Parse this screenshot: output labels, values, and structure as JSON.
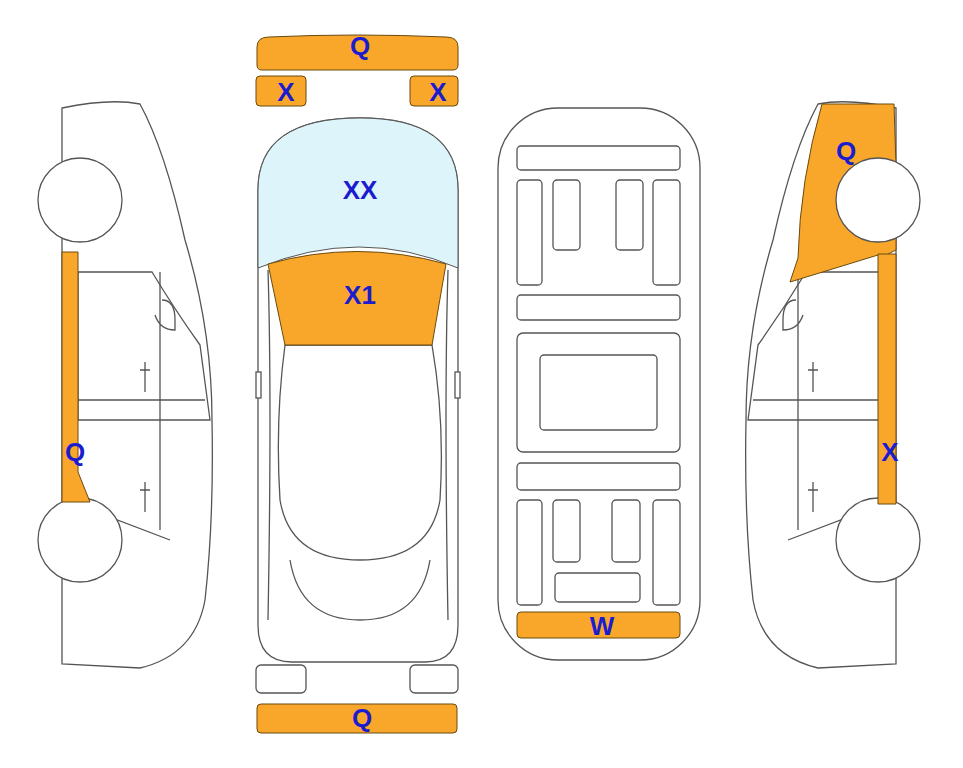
{
  "diagram": {
    "nodes": [
      {
        "text": [
          "Q"
        ]
      },
      {
        "text": [
          "X"
        ]
      },
      {
        "text": [
          "X"
        ]
      },
      {
        "text": [
          "XX"
        ]
      },
      {
        "text": [
          "X1"
        ]
      },
      {
        "text": [
          "Q"
        ]
      },
      {
        "text": [
          "Q"
        ]
      },
      {
        "text": [
          "X"
        ]
      },
      {
        "text": [
          "W"
        ]
      },
      {
        "text": [
          "Q"
        ]
      }
    ]
  }
}
